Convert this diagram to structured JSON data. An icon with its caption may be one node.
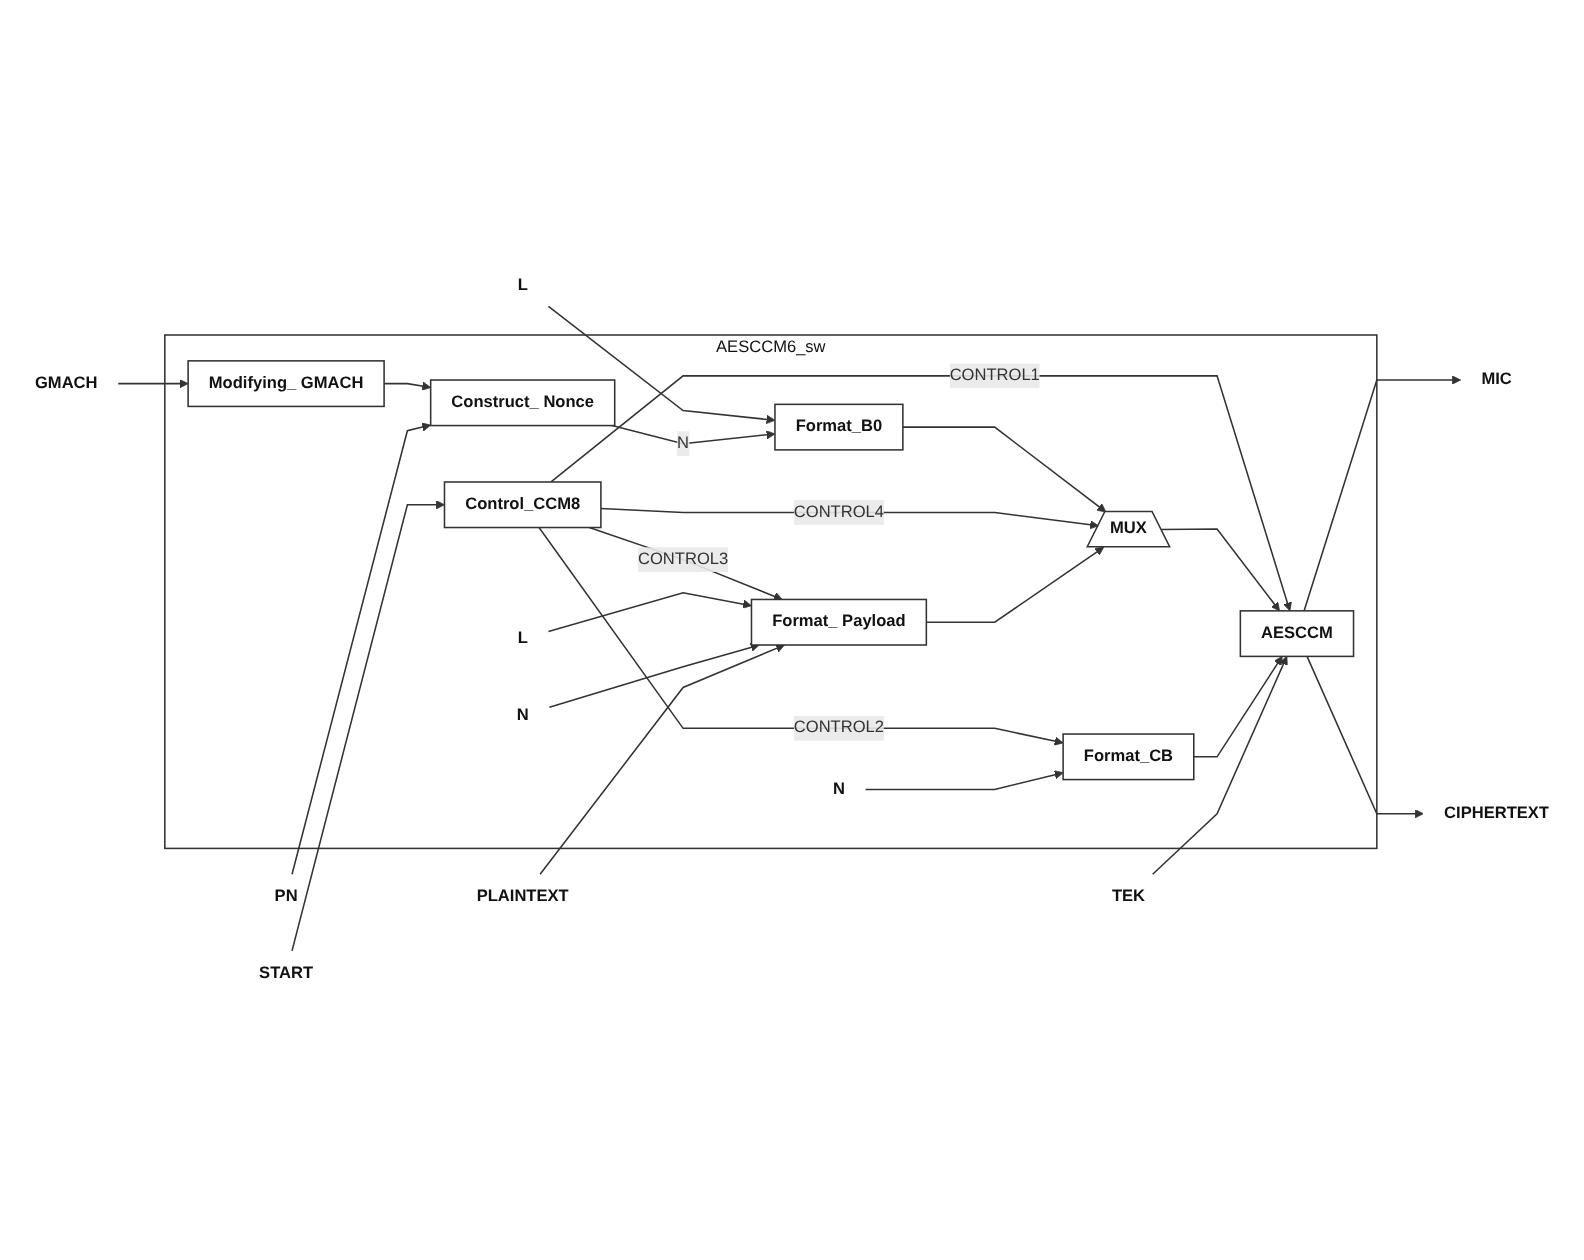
{
  "diagram": {
    "nodes": [
      {
        "text": [
          "AESCCM6_sw"
        ]
      },
      {
        "text": [
          "START"
        ]
      },
      {
        "text": [
          "L"
        ]
      },
      {
        "text": [
          "GMACH"
        ]
      },
      {
        "text": [
          "Modifying_ GMACH"
        ],
        "in": 0
      },
      {
        "text": [
          "Construct_ Nonce"
        ],
        "in": 0
      },
      {
        "text": [
          "PN"
        ]
      },
      {
        "text": [
          "Format_B0"
        ],
        "in": 0
      },
      {
        "text": [
          "Control_CCM8"
        ],
        "in": 0
      },
      {
        "text": [
          "L"
        ],
        "in": 0
      },
      {
        "text": [
          "N"
        ],
        "in": 0
      },
      {
        "text": [
          "PLAINTEXT"
        ]
      },
      {
        "text": [
          "Format_ Payload"
        ],
        "in": 0
      },
      {
        "text": [
          "MUX"
        ],
        "in": 0
      },
      {
        "text": [
          "N"
        ],
        "in": 0
      },
      {
        "text": [
          "Format_CB"
        ],
        "in": 0
      },
      {
        "text": [
          "AESCCM"
        ],
        "in": 0
      },
      {
        "text": [
          "MIC"
        ]
      },
      {
        "text": [
          "CIPHERTEXT"
        ]
      },
      {
        "text": [
          "TEK"
        ]
      }
    ],
    "edges": [
      {
        "from": 1,
        "to": 8,
        "arrow": "to"
      },
      {
        "from": 2,
        "to": 7,
        "arrow": "to"
      },
      {
        "from": 3,
        "to": 4,
        "arrow": "to"
      },
      {
        "from": 4,
        "to": 5,
        "arrow": "to"
      },
      {
        "from": 6,
        "to": 5,
        "arrow": "to"
      },
      {
        "from": 5,
        "to": 7,
        "arrow": "to",
        "label": "N"
      },
      {
        "from": 7,
        "to": 13,
        "arrow": "to"
      },
      {
        "from": 8,
        "to": 12,
        "arrow": "to",
        "label": "CONTROL3"
      },
      {
        "from": 8,
        "to": 13,
        "arrow": "to",
        "label": "CONTROL4"
      },
      {
        "from": 8,
        "to": 16,
        "arrow": "to",
        "label": "CONTROL1"
      },
      {
        "from": 8,
        "to": 15,
        "arrow": "to",
        "label": "CONTROL2"
      },
      {
        "from": 9,
        "to": 12,
        "arrow": "to"
      },
      {
        "from": 10,
        "to": 12,
        "arrow": "to"
      },
      {
        "from": 11,
        "to": 12,
        "arrow": "to"
      },
      {
        "from": 12,
        "to": 13,
        "arrow": "to"
      },
      {
        "from": 13,
        "to": 16,
        "arrow": "to"
      },
      {
        "from": 14,
        "to": 15,
        "arrow": "to"
      },
      {
        "from": 15,
        "to": 16,
        "arrow": "to"
      },
      {
        "from": 19,
        "to": 16,
        "arrow": "to"
      },
      {
        "from": 16,
        "to": 17,
        "arrow": "to"
      },
      {
        "from": 16,
        "to": 18,
        "arrow": "to"
      }
    ]
  }
}
